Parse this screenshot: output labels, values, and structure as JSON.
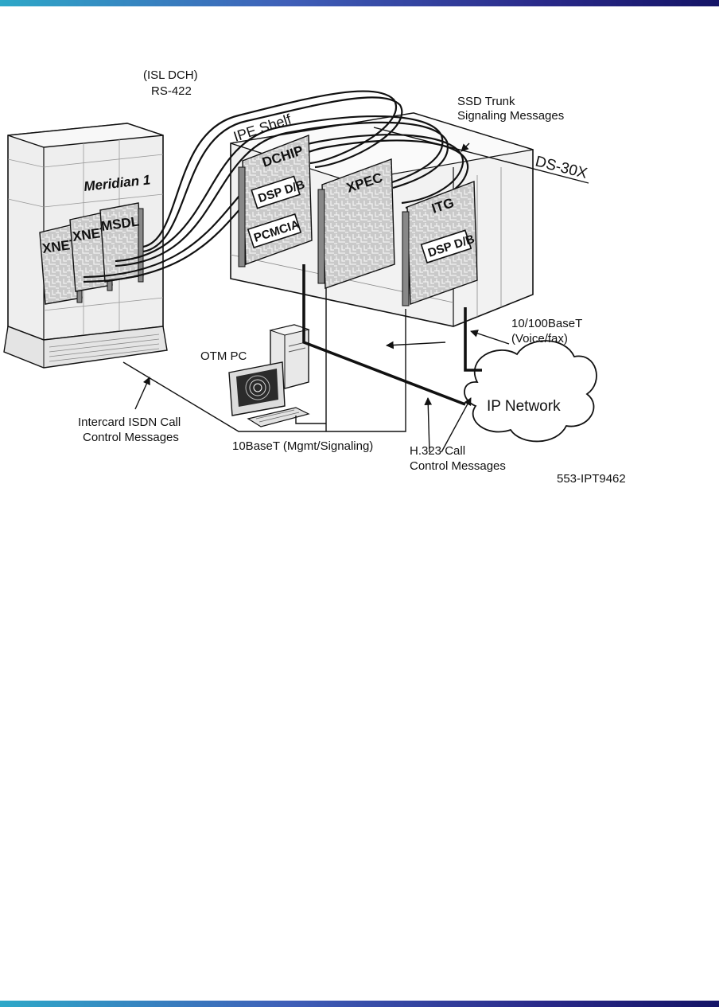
{
  "colors": {
    "bar_start": "#2ea8c8",
    "bar_end": "#141466",
    "card_fill": "#c9c9c9",
    "cabinet_fill": "#eeeeee",
    "ink": "#111111"
  },
  "cabinet": {
    "label": "Meridian 1"
  },
  "cabinet_cards": [
    {
      "label": "XNET"
    },
    {
      "label": "XNET"
    },
    {
      "label": "MSDL"
    }
  ],
  "shelf": {
    "label": "IPE Shelf"
  },
  "cards": {
    "dchip": {
      "label": "DCHIP",
      "sub1": "DSP D/B",
      "sub2": "PCMCIA"
    },
    "xpec": {
      "label": "XPEC"
    },
    "itg": {
      "label": "ITG",
      "sub1": "DSP D/B"
    }
  },
  "labels": {
    "isl_line1": "(ISL DCH)",
    "isl_line2": "RS-422",
    "ssd_line1": "SSD Trunk",
    "ssd_line2": "Signaling Messages",
    "ds30x": "DS-30X",
    "otm_pc": "OTM PC",
    "base100_line1": "10/100BaseT",
    "base100_line2": "(Voice/fax)",
    "ip_network": "IP Network",
    "intercard_line1": "Intercard ISDN Call",
    "intercard_line2": "Control Messages",
    "base10": "10BaseT (Mgmt/Signaling)",
    "h323_line1": "H.323 Call",
    "h323_line2": "Control Messages",
    "figure_id": "553-IPT9462"
  }
}
